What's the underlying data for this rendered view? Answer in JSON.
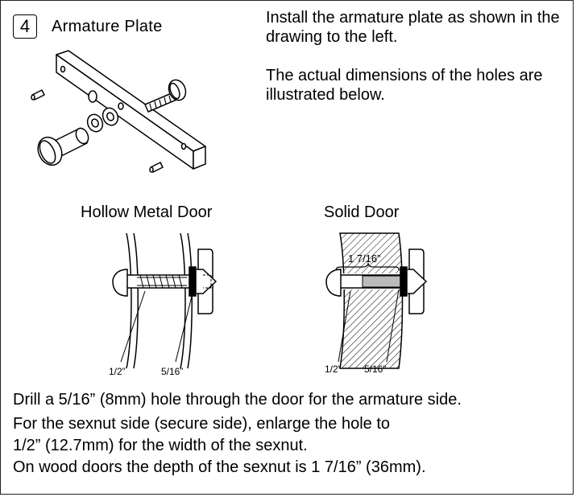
{
  "step": {
    "number": "4",
    "title": "Armature Plate"
  },
  "intro": {
    "paragraph1": "Install the armature plate as shown in the drawing to the left.",
    "paragraph2": "The actual dimensions of the holes are illustrated below."
  },
  "diagrams": {
    "hollow_metal": {
      "title": "Hollow Metal Door",
      "label_left": "1/2”",
      "label_right": "5/16”"
    },
    "solid": {
      "title": "Solid Door",
      "dimension": "1 7/16”",
      "label_left": "1/2”",
      "label_right": "5/16”"
    }
  },
  "instructions": {
    "line1": "Drill a 5/16” (8mm) hole through the door for the armature side.",
    "line2": "For the sexnut side (secure side), enlarge the hole to",
    "line3": "1/2” (12.7mm) for the width of the sexnut.",
    "line4": "On wood doors the depth of the sexnut is 1 7/16” (36mm)."
  }
}
